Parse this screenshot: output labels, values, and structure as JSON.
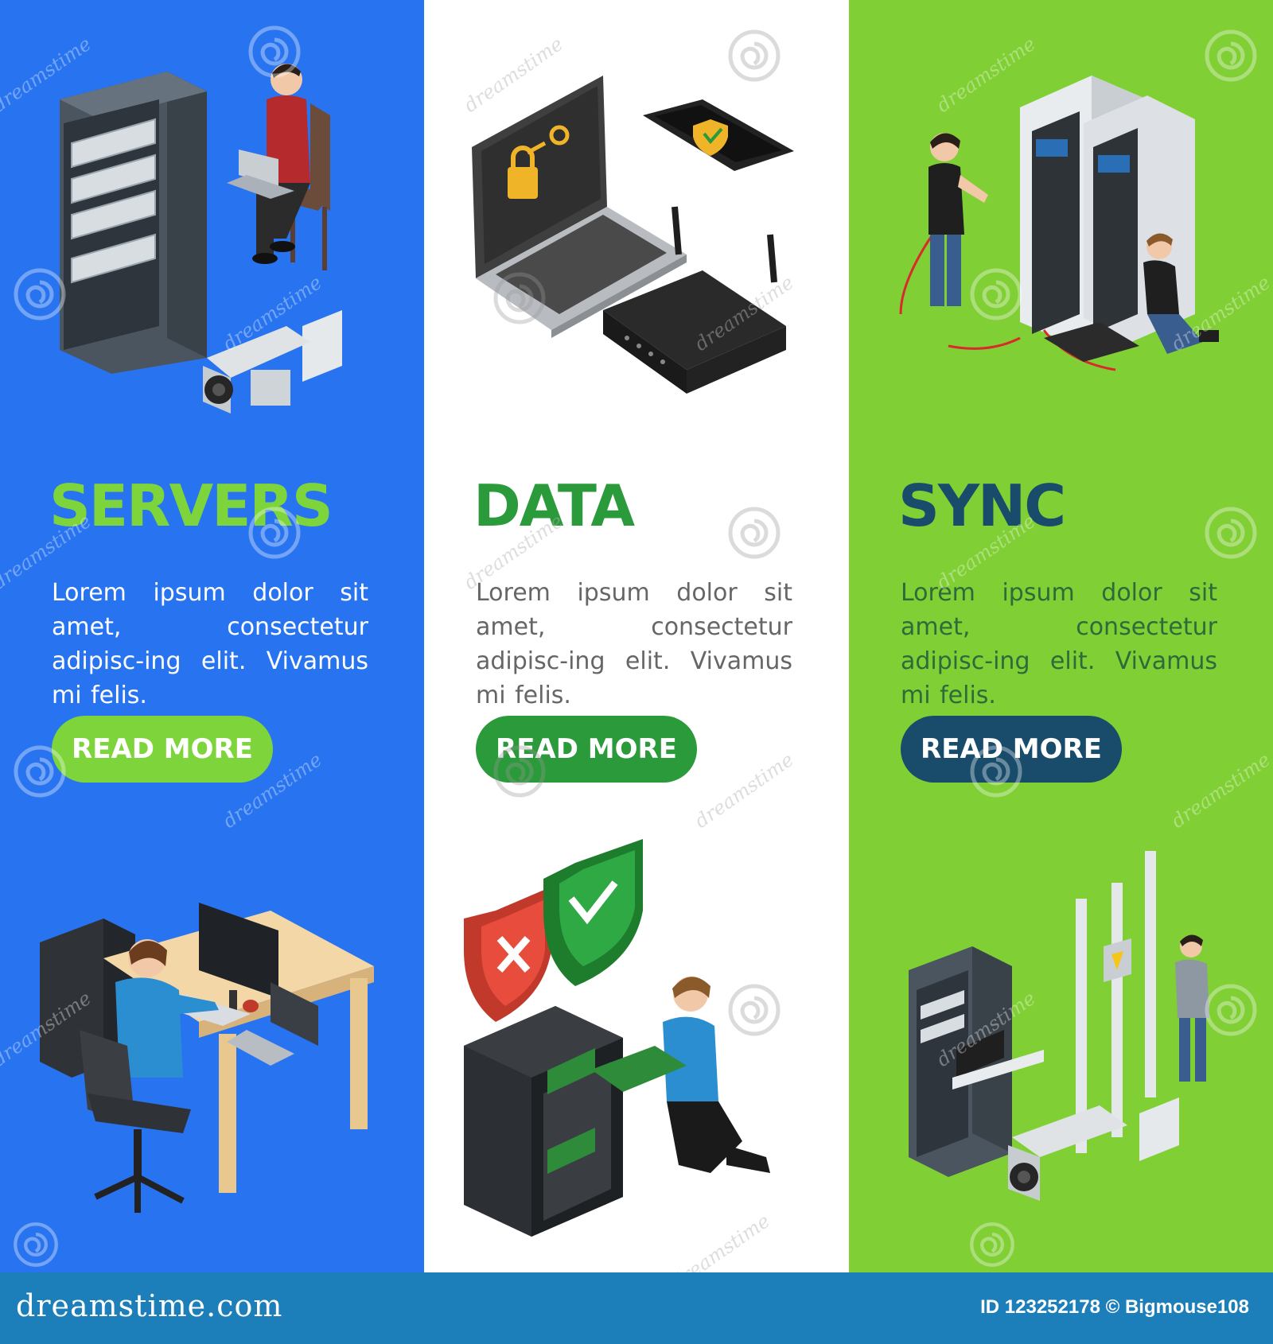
{
  "colors": {
    "servers_bg": "#2874f0",
    "data_bg": "#ffffff",
    "sync_bg": "#80cf34",
    "servers_accent": "#7ed53b",
    "data_accent": "#2a9a3a",
    "sync_accent": "#194c6b",
    "footer_bg": "#1d7fb9"
  },
  "panels": [
    {
      "title": "SERVERS",
      "description": "Lorem ipsum dolor sit amet, consectetur adipisc-ing elit. Vivamus mi felis.",
      "button_label": "READ MORE",
      "top_art": "server-rack-and-operator-with-laptop-and-cctv-camera",
      "bottom_art": "operator-at-desk-with-computer-and-laptop"
    },
    {
      "title": "DATA",
      "description": "Lorem ipsum dolor sit amet, consectetur adipisc-ing elit. Vivamus mi felis.",
      "button_label": "READ MORE",
      "top_art": "laptop-with-lock-smartphone-with-shield-and-router",
      "bottom_art": "technician-installing-board-into-server-with-shields"
    },
    {
      "title": "SYNC",
      "description": "Lorem ipsum dolor sit amet, consectetur adipisc-ing elit. Vivamus mi felis.",
      "button_label": "READ MORE",
      "top_art": "technicians-wiring-server-cabinets",
      "bottom_art": "server-rack-electrical-panel-technician-and-cctv-camera"
    }
  ],
  "watermark": {
    "text": "dreamstime",
    "icon": "spiral-icon"
  },
  "footer": {
    "brand": "dreamstime.com",
    "id_text": "ID 123252178 © Bigmouse108"
  }
}
